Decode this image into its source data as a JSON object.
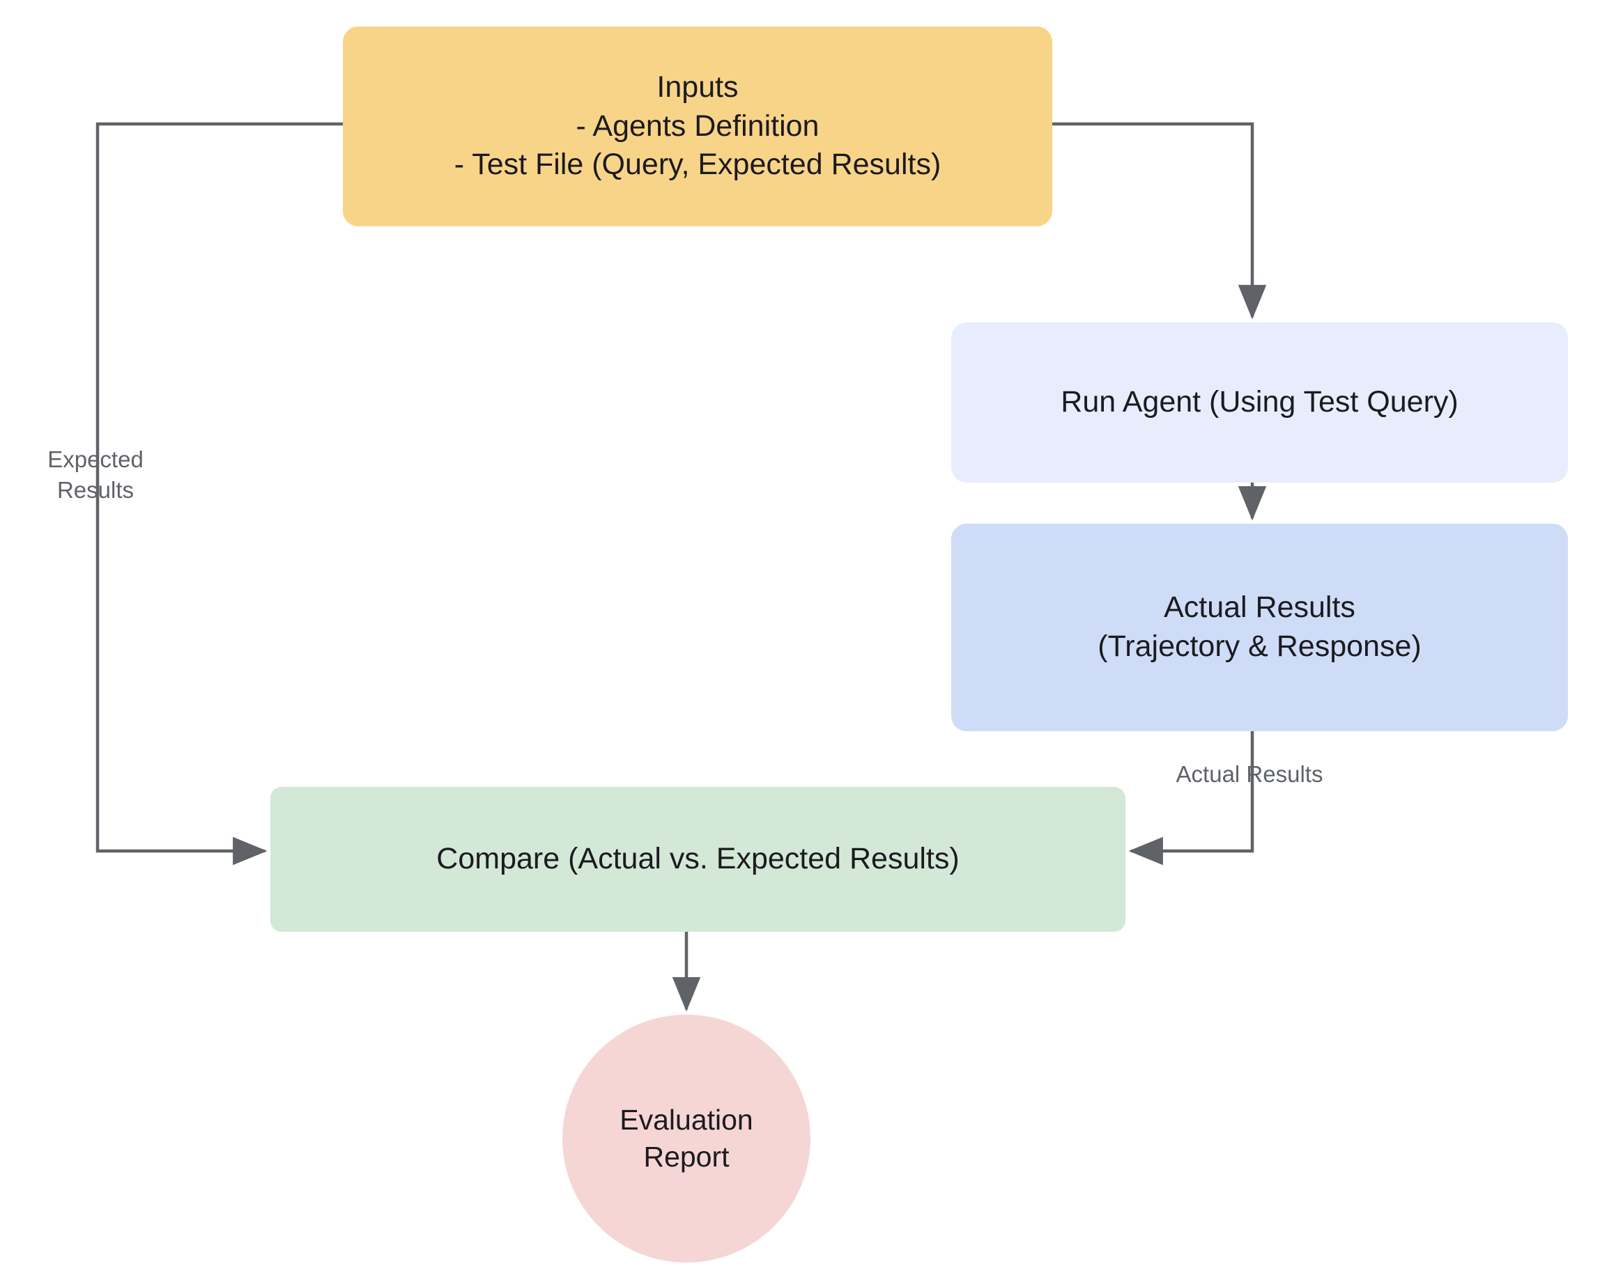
{
  "diagram": {
    "title": "Agent Evaluation Flow",
    "background": "#ffffff",
    "edge_color": "#5F6368",
    "nodes": [
      {
        "id": "inputs",
        "label": "Inputs\n- Agents Definition\n- Test File (Query, Expected Results)",
        "shape": "rounded-rect",
        "color": "#F8D489"
      },
      {
        "id": "run_agent",
        "label": "Run Agent (Using Test Query)",
        "shape": "rounded-rect",
        "color": "#E7EDFC"
      },
      {
        "id": "actual_results",
        "label": "Actual Results\n(Trajectory & Response)",
        "shape": "rounded-rect",
        "color": "#CFDCF8"
      },
      {
        "id": "compare",
        "label": "Compare (Actual vs. Expected Results)",
        "shape": "rounded-rect",
        "color": "#D3E8D6"
      },
      {
        "id": "evaluation_report",
        "label": "Evaluation\nReport",
        "shape": "circle",
        "color": "#F5D6D4"
      }
    ],
    "edges": [
      {
        "id": "inputs-to-run-agent",
        "from": "inputs",
        "to": "run_agent",
        "label": ""
      },
      {
        "id": "inputs-to-compare",
        "from": "inputs",
        "to": "compare",
        "label": "Expected\nResults"
      },
      {
        "id": "run-agent-to-actual-results",
        "from": "run_agent",
        "to": "actual_results",
        "label": ""
      },
      {
        "id": "actual-results-to-compare",
        "from": "actual_results",
        "to": "compare",
        "label": "Actual Results"
      },
      {
        "id": "compare-to-report",
        "from": "compare",
        "to": "evaluation_report",
        "label": ""
      }
    ]
  }
}
